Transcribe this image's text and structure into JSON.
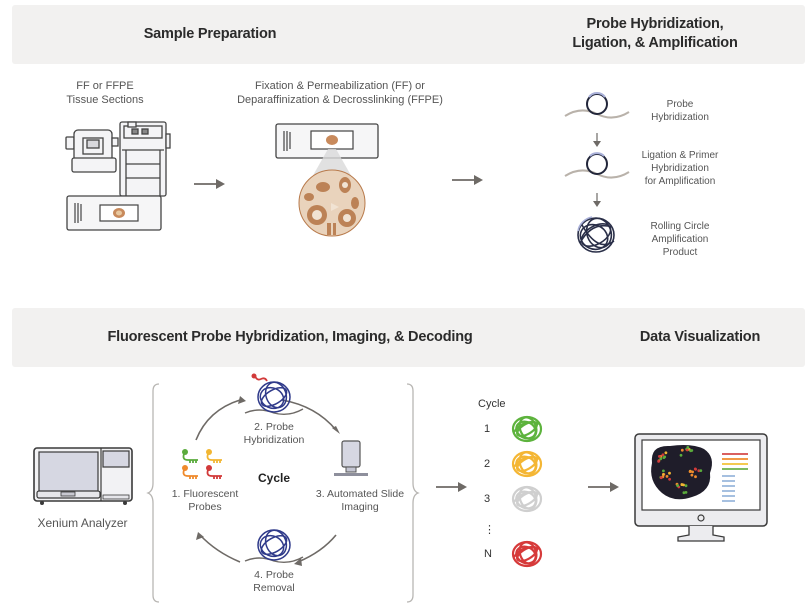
{
  "sections": {
    "sample_preparation": {
      "title": "Sample Preparation",
      "step1_label": "FF or FFPE\nTissue Sections",
      "step1_line1": "FF or FFPE",
      "step1_line2": "Tissue Sections",
      "step2_line1": "Fixation & Permeabilization (FF) or",
      "step2_line2": "Deparaffinization & Decrosslinking (FFPE)"
    },
    "probe_hybridization": {
      "title_line1": "Probe Hybridization,",
      "title_line2": "Ligation, & Amplification",
      "steps": [
        {
          "lines": [
            "Probe",
            "Hybridization"
          ]
        },
        {
          "lines": [
            "Ligation & Primer",
            "Hybridization",
            "for Amplification"
          ]
        },
        {
          "lines": [
            "Rolling Circle",
            "Amplification",
            "Product"
          ]
        }
      ]
    },
    "fluorescent_cycle": {
      "title": "Fluorescent Probe Hybridization, Imaging, & Decoding",
      "instrument_label": "Xenium Analyzer",
      "cycle_label": "Cycle",
      "steps": [
        {
          "line1": "1. Fluorescent",
          "line2": "Probes"
        },
        {
          "line1": "2. Probe",
          "line2": "Hybridization"
        },
        {
          "line1": "3. Automated Slide",
          "line2": "Imaging"
        },
        {
          "line1": "4. Probe",
          "line2": "Removal"
        }
      ],
      "probe_colors": [
        "#5aab3c",
        "#f2b632",
        "#ef8a2c",
        "#d23a3a"
      ],
      "decoding": {
        "header": "Cycle",
        "rows": [
          {
            "label": "1",
            "color": "#5db33d"
          },
          {
            "label": "2",
            "color": "#f4b634"
          },
          {
            "label": "3",
            "color": "#cfcfcf"
          },
          {
            "label": "⋮",
            "color": null
          },
          {
            "label": "N",
            "color": "#d63a3a"
          }
        ]
      }
    },
    "data_visualization": {
      "title": "Data Visualization",
      "legend_colors": [
        "#d44a4a",
        "#ef8a2c",
        "#f2c23a",
        "#6ab04c"
      ],
      "bar_color": "#8fb0d8"
    }
  },
  "colors": {
    "band_bg": "#f2f1f0",
    "arrow": "#6e6a66",
    "tissue": "#b87a4b",
    "rca": "#2f3a6b"
  }
}
